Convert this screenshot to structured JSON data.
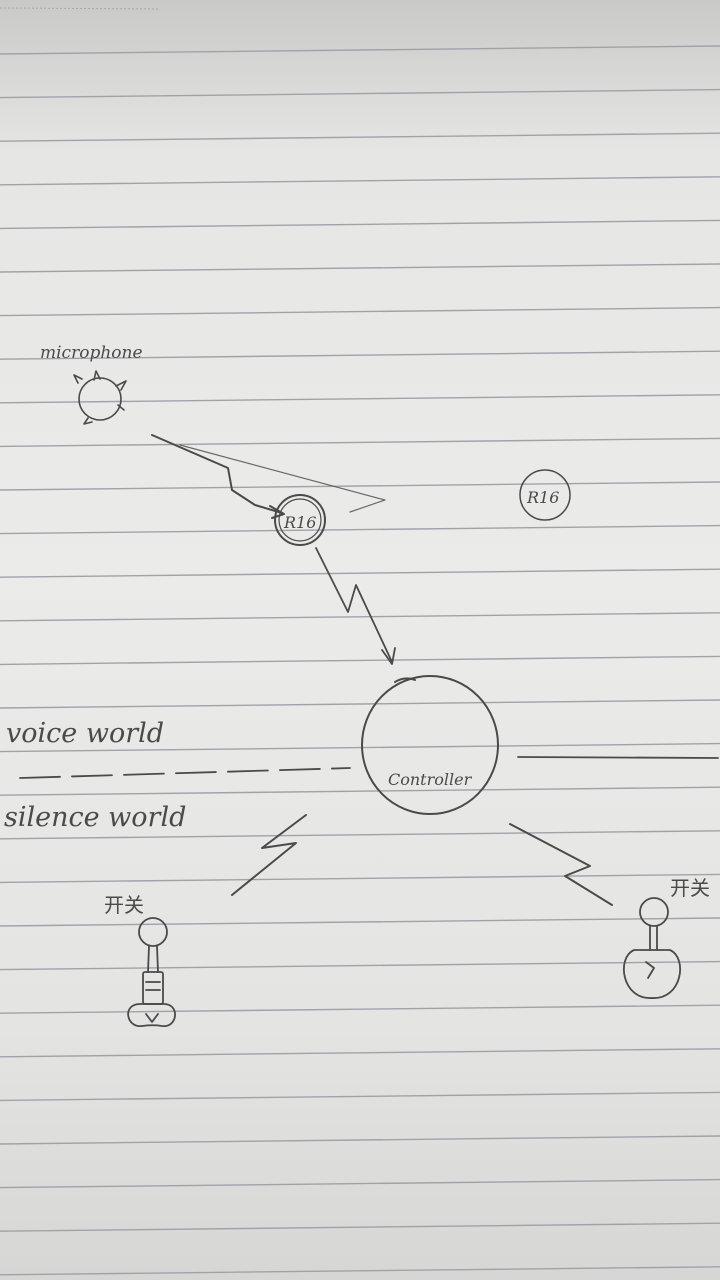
{
  "page": {
    "paper_color": "#e9e9e7",
    "rule_color": "#9fa3a8",
    "ink_color": "#4a4a4a"
  },
  "labels": {
    "microphone": "microphone",
    "r16_left": "R16",
    "r16_right": "R16",
    "controller": "Controller",
    "voice_world": "voice world",
    "silence_world": "silence world",
    "device_left": "开关",
    "device_right": "开关"
  }
}
